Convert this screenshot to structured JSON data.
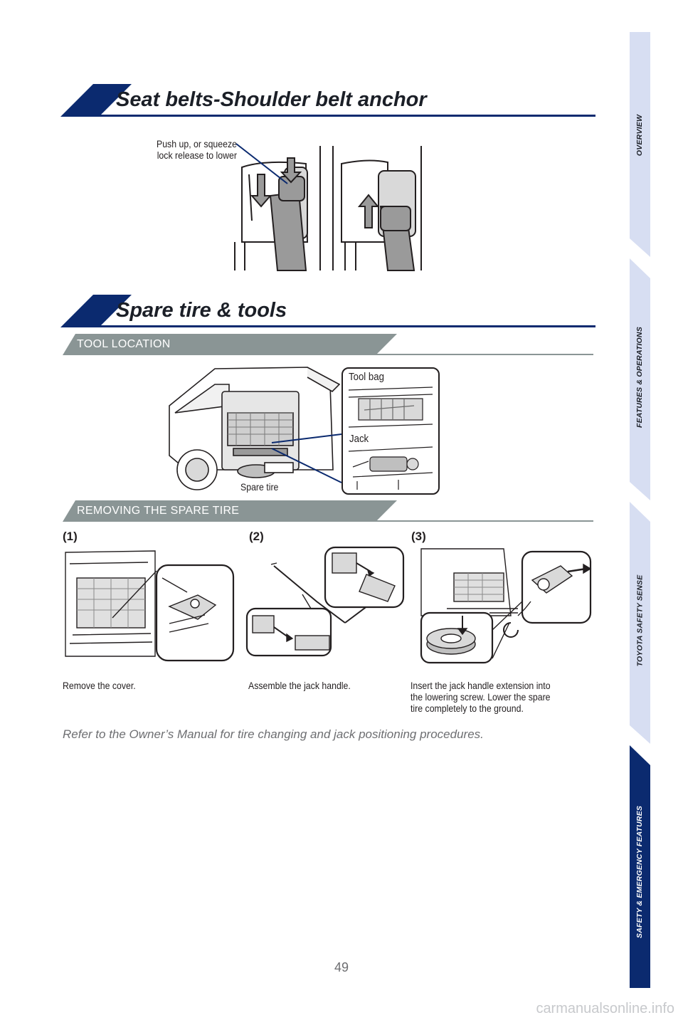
{
  "sections": {
    "seatbelt": {
      "title": "Seat belts-Shoulder belt anchor",
      "callout": [
        "Push up, or squeeze",
        "lock release to lower"
      ]
    },
    "spare": {
      "title": "Spare tire & tools",
      "tool_location": {
        "heading": "TOOL LOCATION",
        "labels": {
          "tool_bag": "Tool bag",
          "jack": "Jack",
          "spare_tire": "Spare tire"
        }
      },
      "removing": {
        "heading": "REMOVING THE SPARE TIRE",
        "steps": [
          {
            "label": "(1)",
            "caption": "Remove the cover."
          },
          {
            "label": "(2)",
            "caption": "Assemble the jack handle."
          },
          {
            "label": "(3)",
            "caption": [
              "Insert the jack handle extension into",
              "the lowering screw. Lower the spare",
              "tire completely to the ground."
            ]
          }
        ]
      },
      "note": "Refer to the Owner’s Manual for tire changing and jack positioning procedures."
    }
  },
  "page_number": "49",
  "watermark": "carmanualsonline.info",
  "nav": [
    {
      "label": "OVERVIEW",
      "active": false
    },
    {
      "label": "FEATURES & OPERATIONS",
      "active": false
    },
    {
      "label": "TOYOTA SAFETY SENSE",
      "active": false
    },
    {
      "label": "SAFETY & EMERGENCY FEATURES",
      "active": true
    }
  ],
  "colors": {
    "brand_navy": "#0b2a6f",
    "nav_light": "#d7def2",
    "sub_gray": "#8a9595"
  }
}
